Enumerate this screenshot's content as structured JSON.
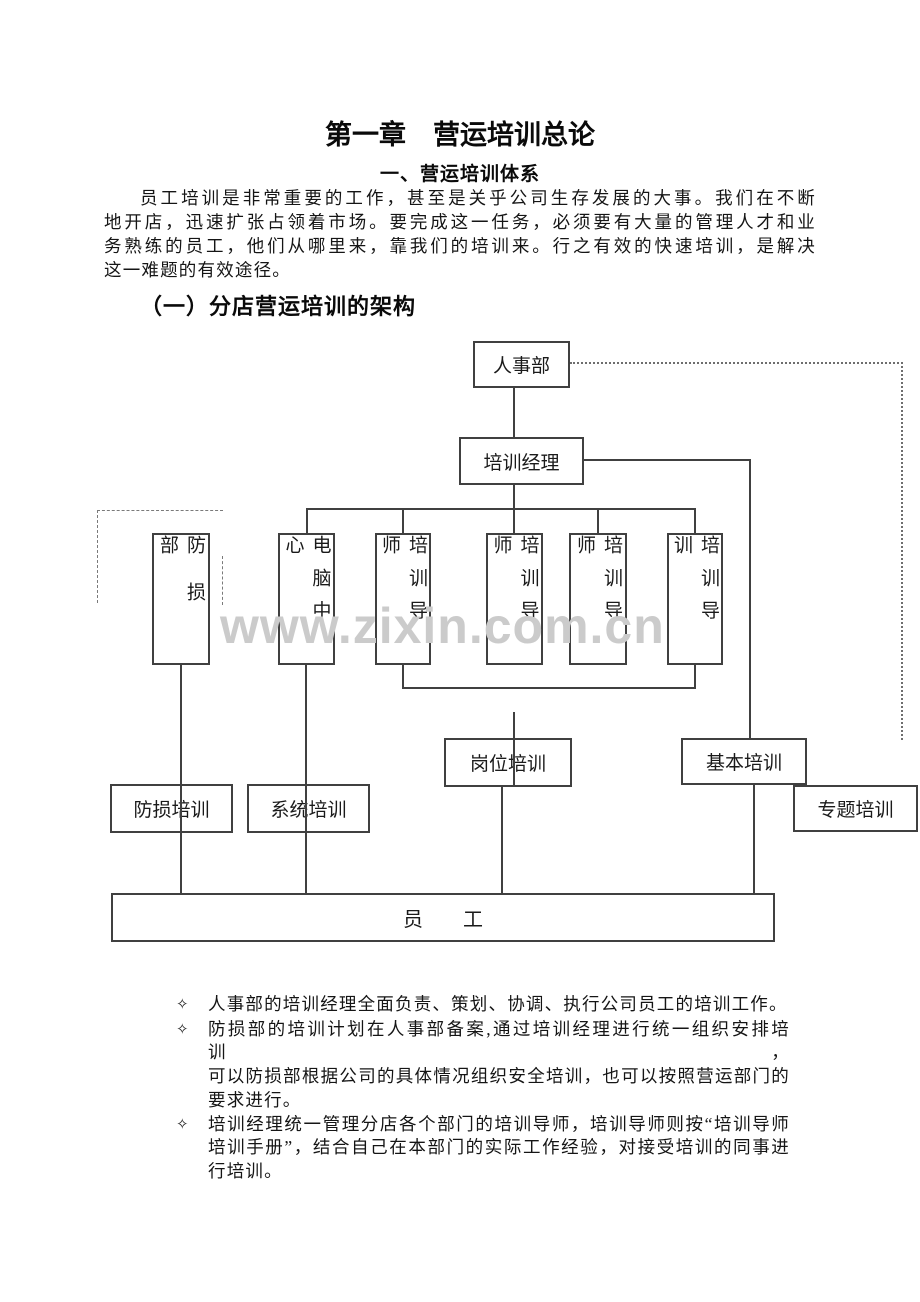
{
  "page": {
    "title": "第一章　营运培训总论",
    "subtitle": "一、营运培训体系",
    "body_lines": [
      "员工培训是非常重要的工作，甚至是关乎公司生存发展的大事。我们在不断",
      "地开店，迅速扩张占领着市场。要完成这一任务，必须要有大量的管理人才和业",
      "务熟练的员工，他们从哪里来，靠我们的培训来。行之有效的快速培训，是解决",
      "这一难题的有效途径。"
    ],
    "section_heading": "（一）分店营运培训的架构"
  },
  "diagram": {
    "watermark": "www.zixin.com.cn",
    "nodes": {
      "hr_dept": "人事部",
      "training_manager": "培训经理",
      "loss_prevention_dept": "防损部",
      "computer_center": "电脑中心",
      "trainer_1": "培训导师",
      "trainer_2": "培训导师",
      "trainer_3": "培训导师",
      "trainer_4": "培训导训",
      "position_training": "岗位培训",
      "basic_training": "基本培训",
      "loss_prevention_training": "防损培训",
      "system_training": "系统培训",
      "special_topic_training": "专题培训",
      "employees": "员　　工"
    }
  },
  "bullets": {
    "marker": "✧",
    "items": [
      {
        "lines": [
          "人事部的培训经理全面负责、策划、协调、执行公司员工的培训工作。"
        ]
      },
      {
        "lines": [
          "防损部的培训计划在人事部备案,通过培训经理进行统一组织安排培训，",
          "可以防损部根据公司的具体情况组织安全培训，也可以按照营运部门的",
          "要求进行。"
        ]
      },
      {
        "lines": [
          "培训经理统一管理分店各个部门的培训导师，培训导师则按“培训导师",
          "培训手册”，结合自己在本部门的实际工作经验，对接受培训的同事进",
          "行培训。"
        ]
      }
    ]
  }
}
